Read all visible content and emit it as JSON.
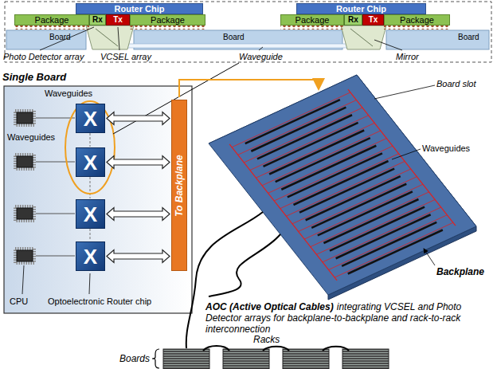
{
  "diagram": {
    "nodes": [
      {
        "text": [
          "Router Chip"
        ]
      },
      {
        "text": [
          "Package"
        ]
      },
      {
        "text": [
          "Rx"
        ]
      },
      {
        "text": [
          "Tx"
        ]
      },
      {
        "text": [
          "Package"
        ]
      },
      {
        "text": [
          "Router Chip"
        ]
      },
      {
        "text": [
          "Package"
        ]
      },
      {
        "text": [
          "Rx"
        ]
      },
      {
        "text": [
          "Tx"
        ]
      },
      {
        "text": [
          "Package"
        ]
      },
      {
        "text": [
          "Single Board"
        ]
      },
      {
        "text": [
          "X"
        ],
        "in": 10
      },
      {
        "text": [
          "X"
        ],
        "in": 10
      },
      {
        "text": [
          "X"
        ],
        "in": 10
      },
      {
        "text": [
          "X"
        ],
        "in": 10
      },
      {
        "text": [
          "To Backplane"
        ],
        "in": 10
      }
    ],
    "edges": [
      {
        "from": 11,
        "to": 15,
        "arrow": "both"
      },
      {
        "from": 12,
        "to": 15,
        "arrow": "both"
      },
      {
        "from": 13,
        "to": 15,
        "arrow": "both"
      },
      {
        "from": 14,
        "to": 15,
        "arrow": "both"
      }
    ],
    "labels": [
      "Board",
      "Board",
      "Board",
      "Photo Detector array",
      "VCSEL array",
      "Waveguide",
      "Mirror",
      "Waveguides",
      "Waveguides",
      "CPU",
      "Optoelectronic Router chip",
      "Board slot",
      "Waveguides",
      "Backplane",
      "AOC (Active Optical Cables)",
      "integrating VCSEL and Photo Detector arrays for backplane-to-backplane and rack-to-rack interconnection",
      "Racks",
      "Boards"
    ]
  }
}
